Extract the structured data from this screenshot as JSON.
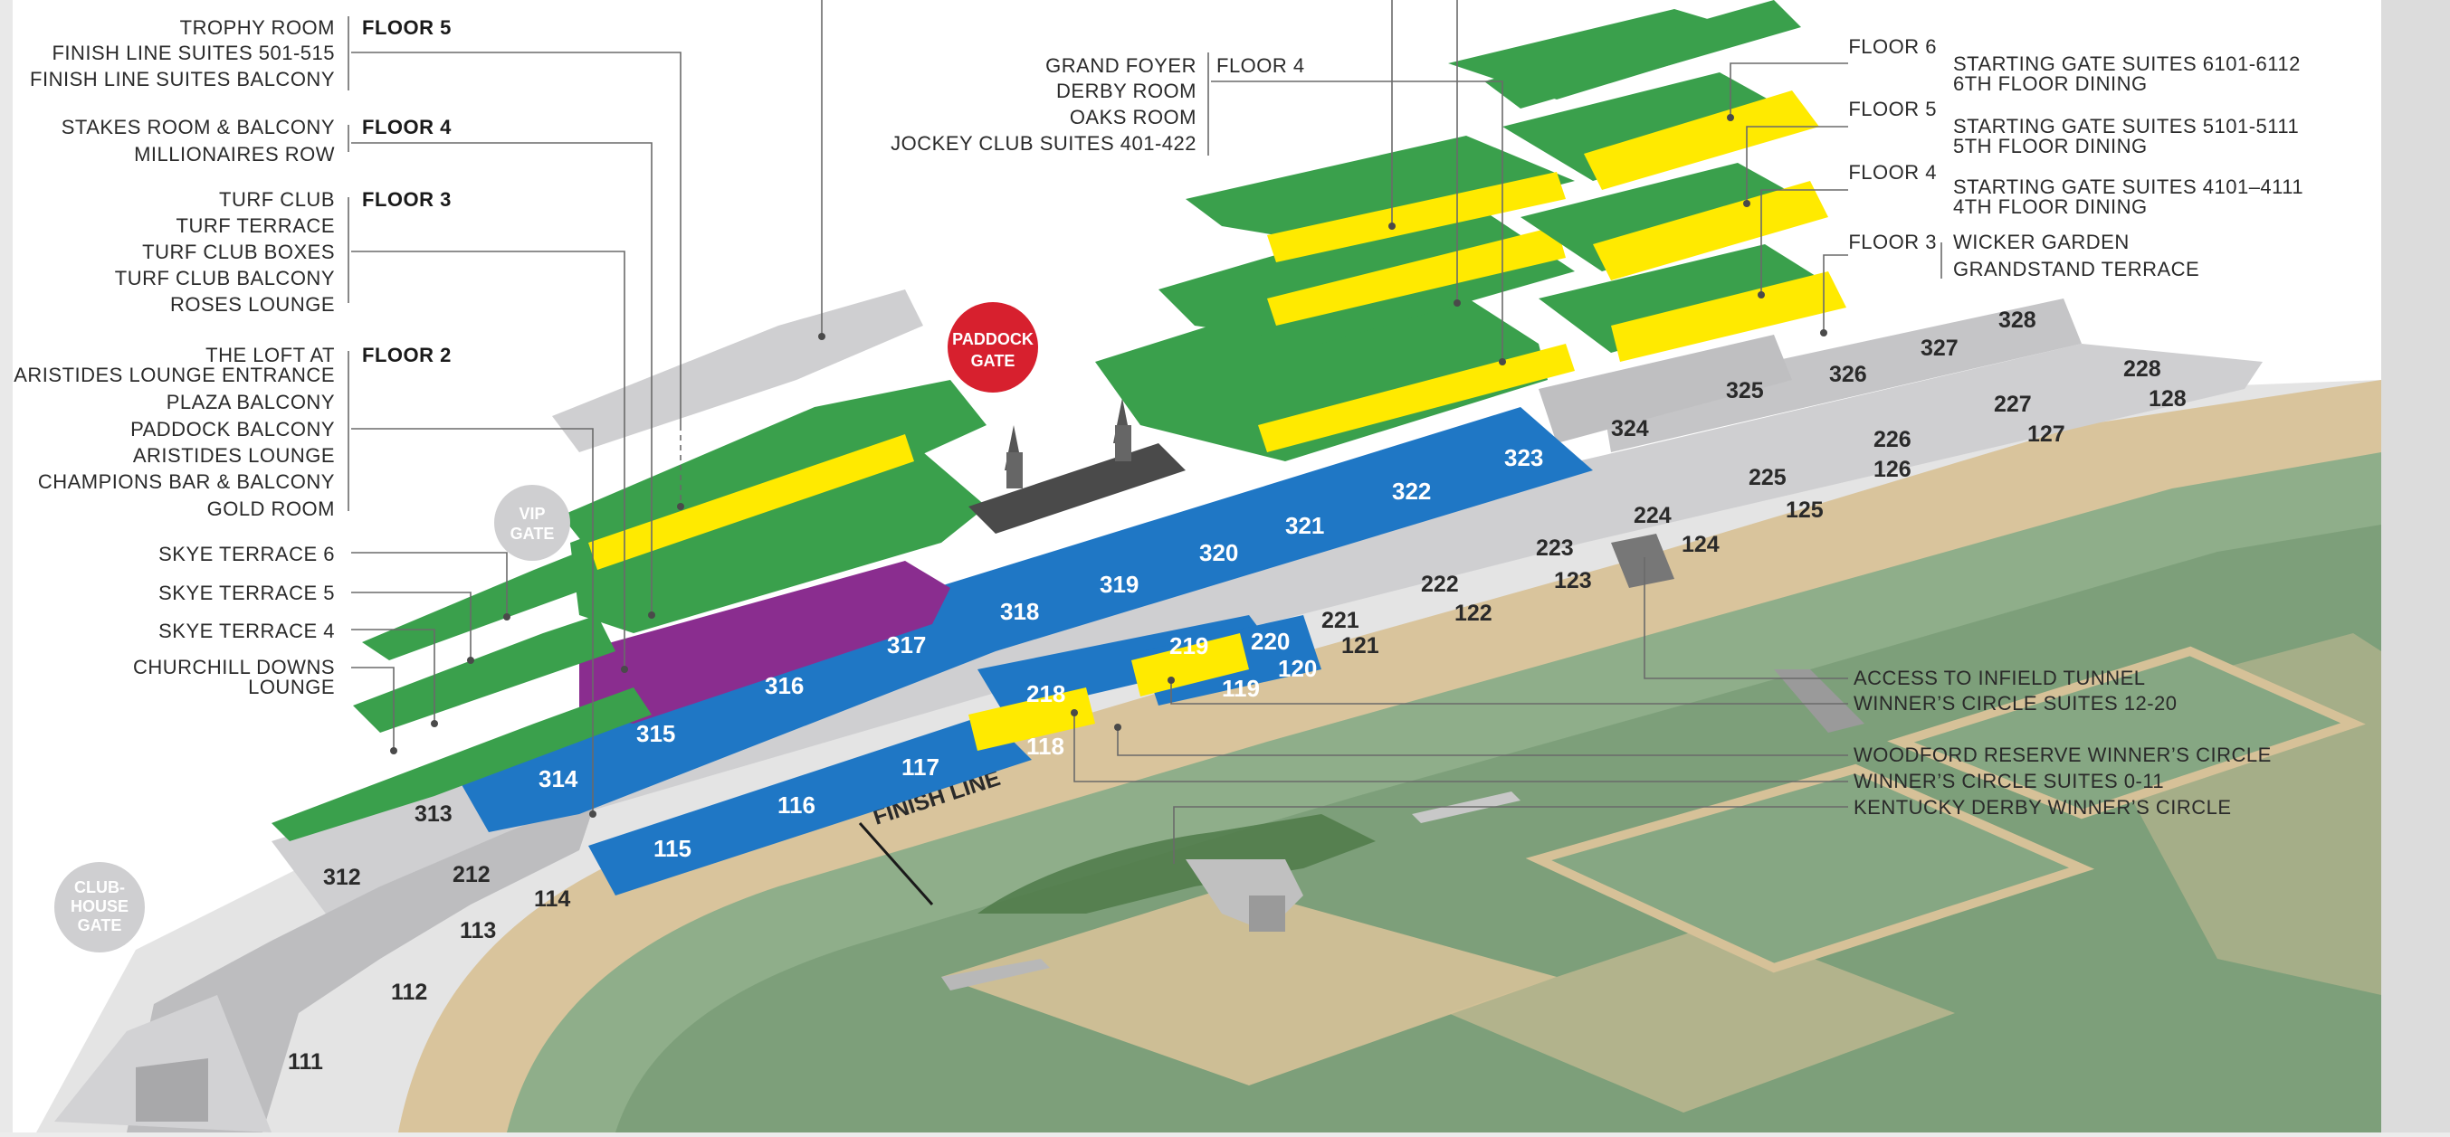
{
  "gates": {
    "paddock": [
      "PADDOCK",
      "GATE"
    ],
    "vip": [
      "VIP",
      "GATE"
    ],
    "clubhouse": [
      "CLUB-",
      "HOUSE",
      "GATE"
    ]
  },
  "finish_line": "FINISH LINE",
  "colors": {
    "green": "#3aa04c",
    "yellow": "#ffea00",
    "blue": "#1b75bc",
    "purple": "#8a2d8f",
    "grey": "#c8c8ca",
    "red_gate": "#d7202e",
    "track": "#d8c29a",
    "infield": "#7fa37d"
  },
  "left_groups": [
    {
      "floor": "FLOOR 5",
      "items": [
        "TROPHY ROOM",
        "FINISH LINE SUITES 501-515",
        "FINISH LINE SUITES BALCONY"
      ]
    },
    {
      "floor": "FLOOR 4",
      "items": [
        "STAKES ROOM & BALCONY",
        "MILLIONAIRES ROW"
      ]
    },
    {
      "floor": "FLOOR 3",
      "items": [
        "TURF CLUB",
        "TURF TERRACE",
        "TURF CLUB BOXES",
        "TURF CLUB BALCONY",
        "ROSES LOUNGE"
      ]
    },
    {
      "floor": "FLOOR 2",
      "items": [
        "THE LOFT AT",
        "ARISTIDES LOUNGE ENTRANCE",
        "PLAZA BALCONY",
        "PADDOCK BALCONY",
        "ARISTIDES LOUNGE",
        "CHAMPIONS BAR & BALCONY",
        "GOLD ROOM"
      ]
    }
  ],
  "skye": [
    "SKYE TERRACE 6",
    "SKYE TERRACE 5",
    "SKYE TERRACE 4",
    "CHURCHILL DOWNS",
    "LOUNGE"
  ],
  "center_group": {
    "floor": "FLOOR 4",
    "items": [
      "GRAND FOYER",
      "DERBY ROOM",
      "OAKS ROOM",
      "JOCKEY CLUB SUITES 401-422"
    ]
  },
  "right_groups": [
    {
      "floor": "FLOOR 6",
      "items": [
        "STARTING GATE SUITES 6101-6112",
        "6TH FLOOR DINING"
      ]
    },
    {
      "floor": "FLOOR 5",
      "items": [
        "STARTING GATE SUITES 5101-5111",
        "5TH FLOOR DINING"
      ]
    },
    {
      "floor": "FLOOR 4",
      "items": [
        "STARTING GATE SUITES 4101–4111",
        "4TH FLOOR DINING"
      ]
    },
    {
      "floor": "FLOOR 3",
      "items": [
        "WICKER GARDEN",
        "GRANDSTAND TERRACE"
      ]
    }
  ],
  "bottom_right": [
    "ACCESS TO INFIELD TUNNEL",
    "WINNER’S CIRCLE SUITES 12-20",
    "WOODFORD RESERVE WINNER’S CIRCLE",
    "WINNER’S CIRCLE SUITES 0-11",
    "KENTUCKY DERBY WINNER’S CIRCLE"
  ],
  "sections": {
    "blue": [
      "314",
      "315",
      "316",
      "317",
      "318",
      "319",
      "320",
      "321",
      "322",
      "323",
      "115",
      "116",
      "117",
      "118",
      "119",
      "120",
      "218",
      "219",
      "220"
    ],
    "grey": [
      "313",
      "312",
      "212",
      "114",
      "113",
      "112",
      "111",
      "121",
      "221",
      "122",
      "222",
      "123",
      "223",
      "124",
      "224",
      "125",
      "225",
      "126",
      "226",
      "127",
      "227",
      "128",
      "228",
      "324",
      "325",
      "326",
      "327",
      "328"
    ]
  }
}
